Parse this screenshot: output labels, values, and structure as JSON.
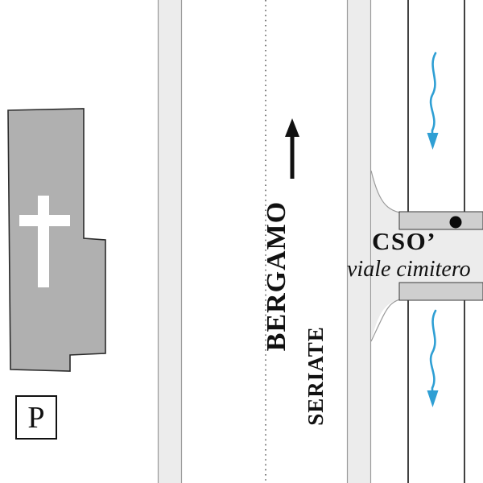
{
  "labels": {
    "bergamo": "BERGAMO",
    "seriate": "SERIATE",
    "cso": "CSO’",
    "viale_cimitero": "viale cimitero",
    "parking": "P"
  },
  "icons": {
    "christian_cross": "christian-cross-icon",
    "direction_up_arrow": "up-arrow-icon",
    "water_flow_arrow": "water-flow-arrow-icon",
    "location_dot": "location-dot-icon"
  },
  "colors": {
    "building": "#b0b0b0",
    "road": "#ececec",
    "bridge": "#cfcfcf",
    "water": "#2f9fd4",
    "edge": "#9a9a9a",
    "ink": "#111111"
  }
}
